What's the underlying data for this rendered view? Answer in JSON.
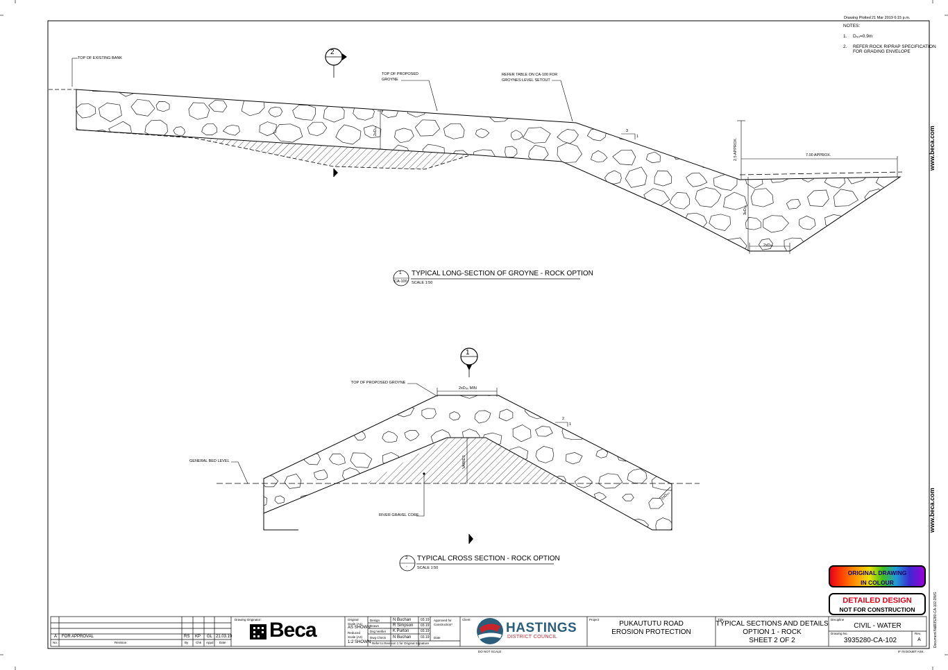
{
  "header": {
    "plotted_label": "Drawing Plotted",
    "plotted_value": "21 Mar 2019  6:15 p.m."
  },
  "notes": {
    "title": "NOTES:",
    "items": [
      {
        "num": "1.",
        "text": "D₅₀=0.9m"
      },
      {
        "num": "2.",
        "text": "REFER ROCK RIPRAP SPECIFICATION",
        "text2": "FOR GRADING ENVELOPE"
      }
    ]
  },
  "side": {
    "url": "www.beca.com",
    "doc_label": "Document No.",
    "doc_value": "3935280-CA-102.DWG"
  },
  "section1": {
    "marker_num": "2",
    "labels": {
      "top_existing_bank": "TOP OF EXISTING BANK",
      "top_proposed_l1": "TOP OF PROPOSED",
      "top_proposed_l2": "GROYNE",
      "refer_table_l1": "REFER TABLE ON CA-100 FOR",
      "refer_table_l2": "GROYNES LEVEL SETOUT",
      "thk": "2xD₅₀",
      "slope_h": "3",
      "slope_v": "1",
      "depth": "2.5 APPROX.",
      "width": "7.00 APPROX.",
      "depth2": "3xD₅₀",
      "base": "2xD₅₀"
    },
    "title_num": "1",
    "title_ref": "CA-100",
    "title": "TYPICAL LONG-SECTION OF GROYNE - ROCK OPTION",
    "scale": "SCALE  1:50"
  },
  "section2": {
    "marker_num": "1",
    "labels": {
      "top_groyne": "TOP OF PROPOSED GROYNE",
      "crest": "2xD₅₀ MIN",
      "slope_h": "2",
      "slope_v": "1",
      "bed_level": "GENERAL BED LEVEL",
      "varies": "VARIES",
      "core": "RIVER GRAVEL CORE",
      "thk": "2xD₅₀"
    },
    "title_num": "2",
    "title_ref": "-",
    "title": "TYPICAL CROSS SECTION - ROCK OPTION",
    "scale": "SCALE  1:50"
  },
  "badges": {
    "colour_l1": "ORIGINAL DRAWING",
    "colour_l2": "IN COLOUR",
    "design_l1": "DETAILED DESIGN",
    "design_l2": "NOT FOR CONSTRUCTION"
  },
  "titleblock": {
    "revision": {
      "rev": "A",
      "desc": "FOR APPROVAL",
      "by": "RS",
      "chk": "KP",
      "appd": "GL",
      "date": "21.03.19"
    },
    "rev_headers": {
      "no": "No.",
      "revision": "Revision",
      "by": "By",
      "chk": "Chk",
      "appd": "Appd",
      "date": "Date"
    },
    "originator_label": "Drawing Originator:",
    "company": "Beca",
    "scales": {
      "orig_label1": "Original",
      "orig_label2": "Scale (A1)",
      "orig_value": "AS SHOWN",
      "red_label1": "Reduced",
      "red_label2": "Scale (A3)",
      "red_value": "1:2 SHOWN"
    },
    "signoffs": [
      {
        "role": "Design",
        "name": "N Buchan",
        "date": "03.19"
      },
      {
        "role": "Drawn",
        "name": "R Simpson",
        "date": "03.19"
      },
      {
        "role": "Dsg Verifier",
        "name": "K Purton",
        "date": "03.19"
      },
      {
        "role": "Dwg Check",
        "name": "N Buchan",
        "date": "03.19"
      }
    ],
    "approved_l1": "Approved for",
    "approved_l2": "Construction*",
    "approved_date": "Date",
    "sig_note": "* Refer to Revision 1 for Original Signature",
    "client_label": "Client",
    "client_name": "HASTINGS",
    "client_sub": "DISTRICT COUNCIL",
    "project_label": "Project",
    "project_l1": "PUKAUTUTU ROAD",
    "project_l2": "EROSION PROTECTION",
    "title_label": "Title",
    "title_l1": "TYPICAL SECTIONS AND DETAILS",
    "title_l2": "OPTION 1 -  ROCK",
    "title_l3": "SHEET 2 OF 2",
    "discipline_label": "Discipline",
    "discipline": "CIVIL - WATER",
    "drawing_no_label": "Drawing No.",
    "drawing_no": "3935280-CA-102",
    "rev_label": "Rev.",
    "rev_value": "A"
  },
  "footer": {
    "do_not_scale": "DO NOT SCALE",
    "if_in_doubt": "IF IN DOUBT ASK."
  }
}
